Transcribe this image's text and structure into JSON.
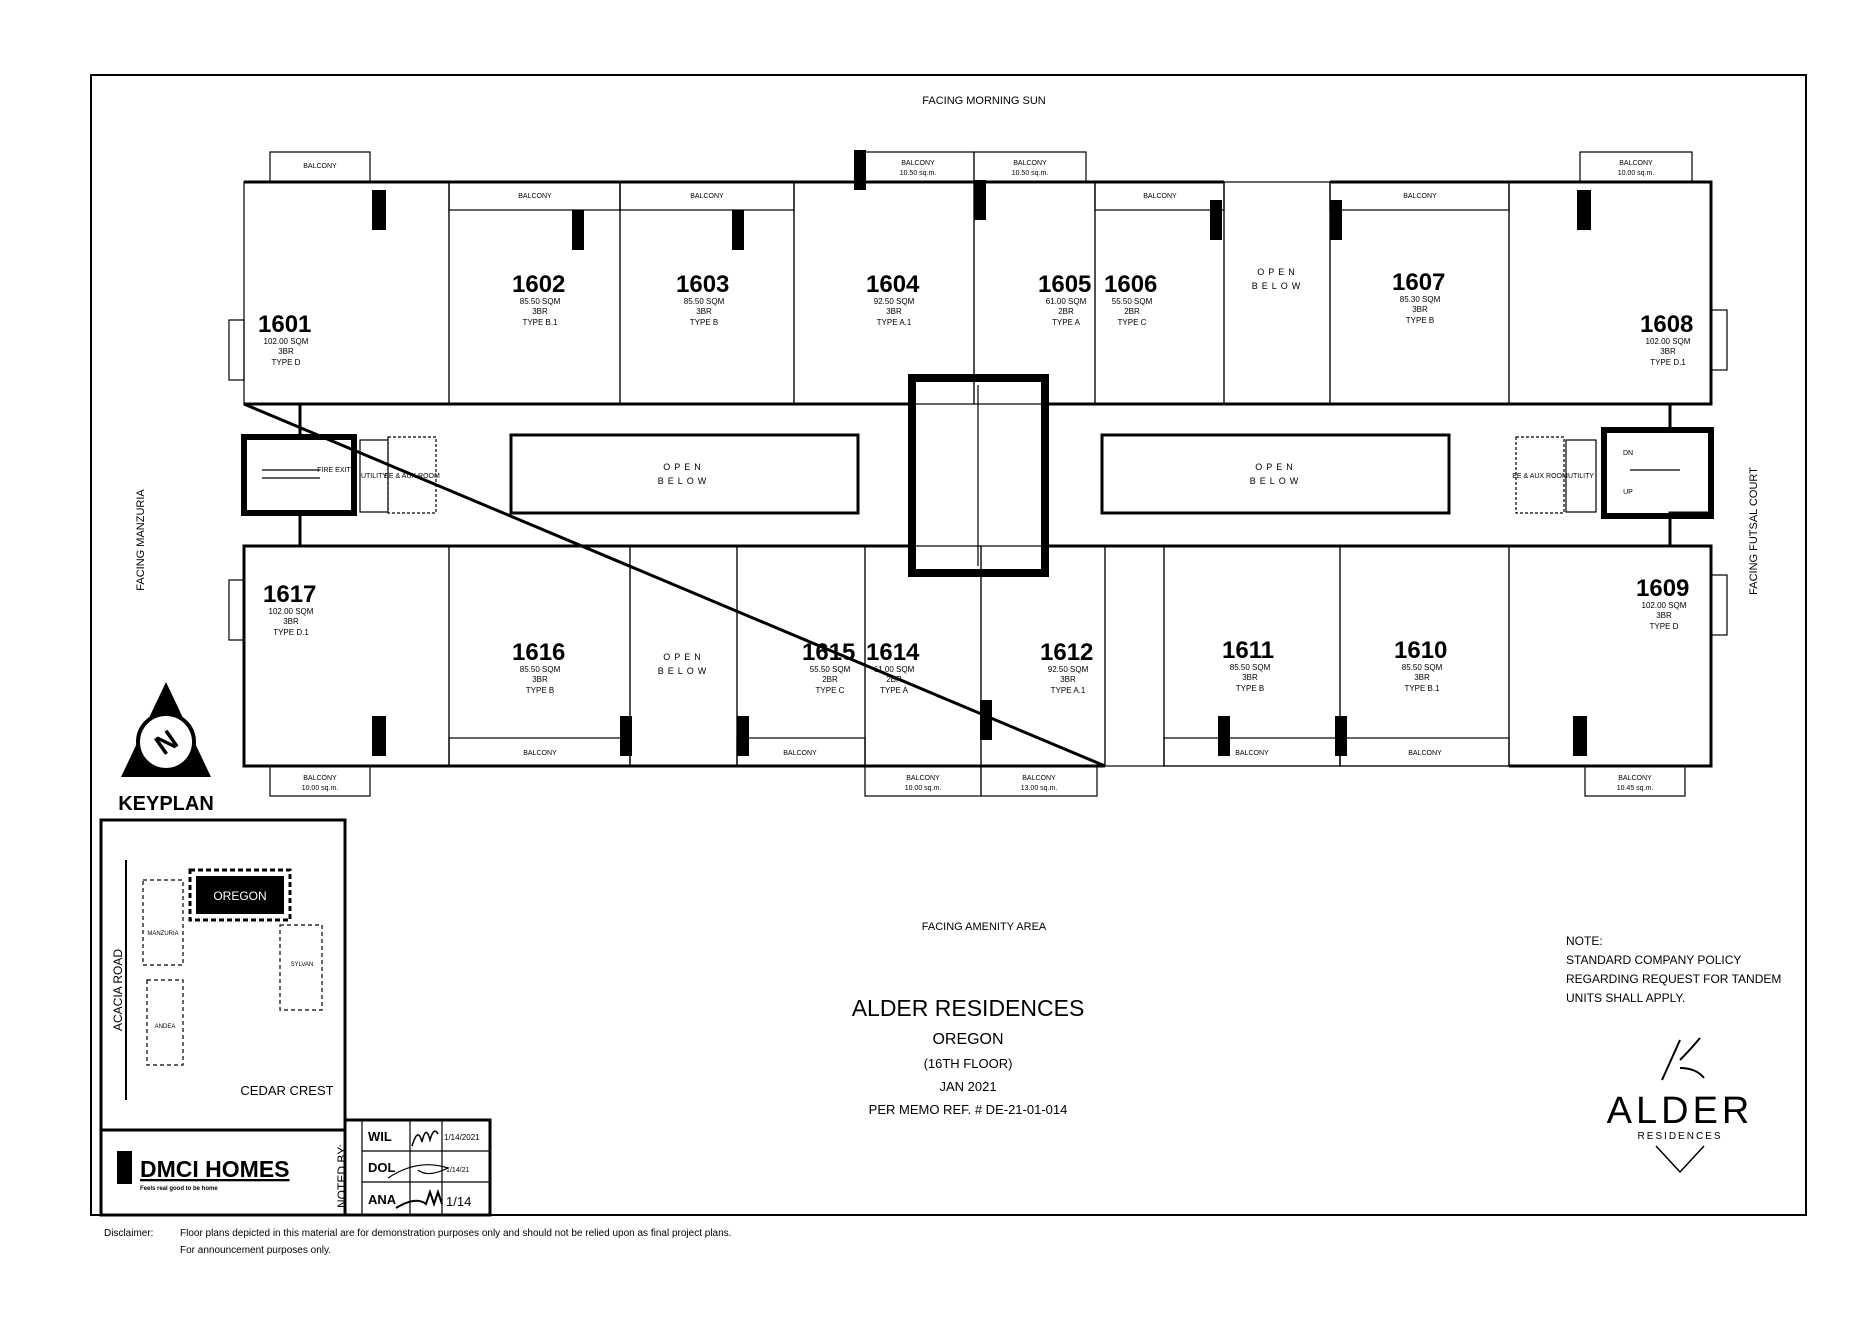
{
  "orientation": {
    "top": "FACING MORNING SUN",
    "bottom": "FACING AMENITY AREA",
    "left": "FACING MANZURIA",
    "right": "FACING FUTSAL COURT"
  },
  "units": {
    "u1601": {
      "number": "1601",
      "area": "102.00 SQM",
      "bedrooms": "3BR",
      "type": "TYPE D"
    },
    "u1602": {
      "number": "1602",
      "area": "85.50 SQM",
      "bedrooms": "3BR",
      "type": "TYPE B.1"
    },
    "u1603": {
      "number": "1603",
      "area": "85.50 SQM",
      "bedrooms": "3BR",
      "type": "TYPE B"
    },
    "u1604": {
      "number": "1604",
      "area": "92.50 SQM",
      "bedrooms": "3BR",
      "type": "TYPE A.1"
    },
    "u1605": {
      "number": "1605",
      "area": "61.00 SQM",
      "bedrooms": "2BR",
      "type": "TYPE A"
    },
    "u1606": {
      "number": "1606",
      "area": "55.50 SQM",
      "bedrooms": "2BR",
      "type": "TYPE C"
    },
    "u1607": {
      "number": "1607",
      "area": "85.30 SQM",
      "bedrooms": "3BR",
      "type": "TYPE B"
    },
    "u1608": {
      "number": "1608",
      "area": "102.00 SQM",
      "bedrooms": "3BR",
      "type": "TYPE D.1"
    },
    "u1609": {
      "number": "1609",
      "area": "102.00 SQM",
      "bedrooms": "3BR",
      "type": "TYPE D"
    },
    "u1610": {
      "number": "1610",
      "area": "85.50 SQM",
      "bedrooms": "3BR",
      "type": "TYPE B.1"
    },
    "u1611": {
      "number": "1611",
      "area": "85.50 SQM",
      "bedrooms": "3BR",
      "type": "TYPE B"
    },
    "u1612": {
      "number": "1612",
      "area": "92.50 SQM",
      "bedrooms": "3BR",
      "type": "TYPE A.1"
    },
    "u1614": {
      "number": "1614",
      "area": "61.00 SQM",
      "bedrooms": "2BR",
      "type": "TYPE A"
    },
    "u1615": {
      "number": "1615",
      "area": "55.50 SQM",
      "bedrooms": "2BR",
      "type": "TYPE C"
    },
    "u1616": {
      "number": "1616",
      "area": "85.50 SQM",
      "bedrooms": "3BR",
      "type": "TYPE B"
    },
    "u1617": {
      "number": "1617",
      "area": "102.00 SQM",
      "bedrooms": "3BR",
      "type": "TYPE D.1"
    }
  },
  "spaces": {
    "balcony": "BALCONY",
    "open_below_1": "OPEN",
    "open_below_2": "BELOW",
    "fire_exit": "FIRE EXIT",
    "utility": "UTILITY",
    "ee_aux_room": "EE & AUX ROOM",
    "up": "UP",
    "dn": "DN"
  },
  "balcony_areas": {
    "b1617": "10.00 sq.m.",
    "b1614": "10.00 sq.m.",
    "b1612": "13.00 sq.m.",
    "b1609": "10.45 sq.m.",
    "b1608": "10.00 sq.m.",
    "b1604": "10.50 sq.m.",
    "b1605": "10.50 sq.m."
  },
  "keyplan": {
    "title": "KEYPLAN",
    "road": "ACACIA ROAD",
    "oregon": "OREGON",
    "manzuria": "MANZURIA",
    "sylvan": "SYLVAN",
    "andea": "ANDEA",
    "cedar": "CEDAR CREST"
  },
  "brand": {
    "company": "DMCI HOMES",
    "tagline": "Feels real good to be home"
  },
  "noted_by": {
    "label": "NOTED BY:",
    "rows": [
      {
        "initials": "WIL",
        "date": "1/14/2021"
      },
      {
        "initials": "DOL",
        "date": "1/14/21"
      },
      {
        "initials": "ANA",
        "date": "1/14"
      }
    ]
  },
  "title_block": {
    "project": "ALDER RESIDENCES",
    "building": "OREGON",
    "floor": "(16TH FLOOR)",
    "date": "JAN 2021",
    "memo": "PER MEMO REF. # DE-21-01-014"
  },
  "note": {
    "heading": "NOTE:",
    "line1": "STANDARD COMPANY POLICY",
    "line2": "REGARDING REQUEST FOR TANDEM",
    "line3": "UNITS SHALL APPLY."
  },
  "logo": {
    "name": "ALDER",
    "sub": "RESIDENCES"
  },
  "disclaimer": {
    "label": "Disclaimer:",
    "line1": "Floor plans depicted in this material are for demonstration purposes only and should not be relied upon as final project plans.",
    "line2": "For announcement purposes only."
  }
}
